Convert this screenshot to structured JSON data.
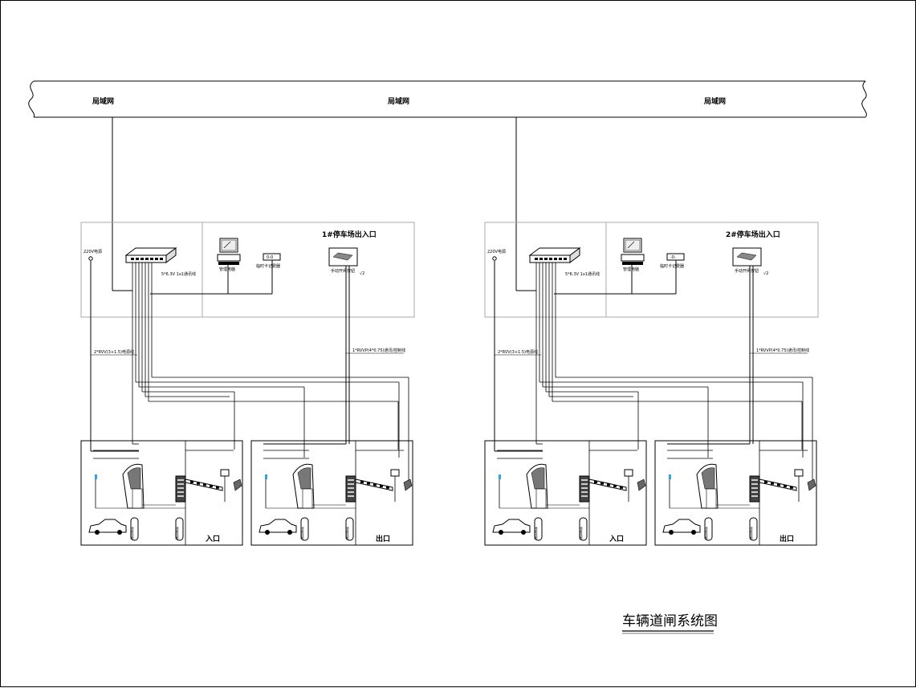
{
  "network": {
    "labels": [
      "局域网",
      "局域网",
      "局域网"
    ]
  },
  "drawing_title": "车辆道闸系统图",
  "systems": [
    {
      "title": "1#停车场出入口",
      "power_label": "220V电源",
      "switch_caption": "5*6.3V 1x1通讯线",
      "pc_label": "管理电脑",
      "card_issuer_label": "临时卡记费器",
      "card_issuer_display": "0-0",
      "manual_label": "手动开闸按钮",
      "manual_tag": "√2",
      "cable_left": "2*RVV(3+1.5)电源线",
      "cable_right": "1*RVVP(4*0.75)通讯/控制线",
      "lane_entry": "入口",
      "lane_exit": "出口",
      "loop_text": "地感线圈"
    },
    {
      "title": "2#停车场出入口",
      "power_label": "220V电源",
      "switch_caption": "5*6.3V 1x1通讯线",
      "pc_label": "管理电脑",
      "card_issuer_label": "临时卡记费器",
      "card_issuer_display": "-0-",
      "manual_label": "手动开闸按钮",
      "manual_tag": "√2",
      "cable_left": "2*RVV(3+1.5)电源线",
      "cable_right": "1*RVVP(4*0.75)通讯/控制线",
      "lane_entry": "入口",
      "lane_exit": "出口",
      "loop_text": "地感线圈"
    }
  ]
}
